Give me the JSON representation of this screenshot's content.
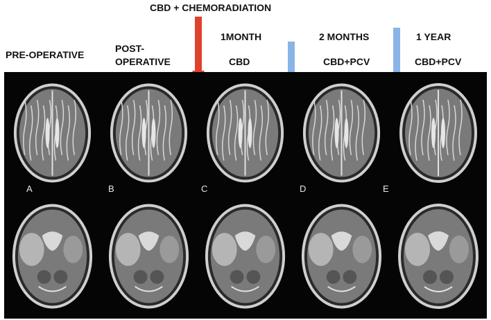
{
  "headers": {
    "treatment": "CBD + CHEMORADIATION",
    "preop": "PRE-OPERATIVE",
    "postop_line1": "POST-",
    "postop_line2": "OPERATIVE",
    "month1": "1MONTH",
    "month1_sub": "CBD",
    "months2": "2 MONTHS",
    "months2_sub": "CBD+PCV",
    "year1": "1 YEAR",
    "year1_sub": "CBD+PCV"
  },
  "panel_letters": [
    "A",
    "B",
    "C",
    "D",
    "E"
  ],
  "colors": {
    "red_arrow": "#e0412c",
    "blue_arrow": "#8ab4e8",
    "background": "#050505",
    "tissue": "#8a8a8a"
  },
  "icons": {
    "treatment_marker": "arrow-down-red-icon",
    "timepoint_marker": "arrow-down-blue-icon"
  }
}
